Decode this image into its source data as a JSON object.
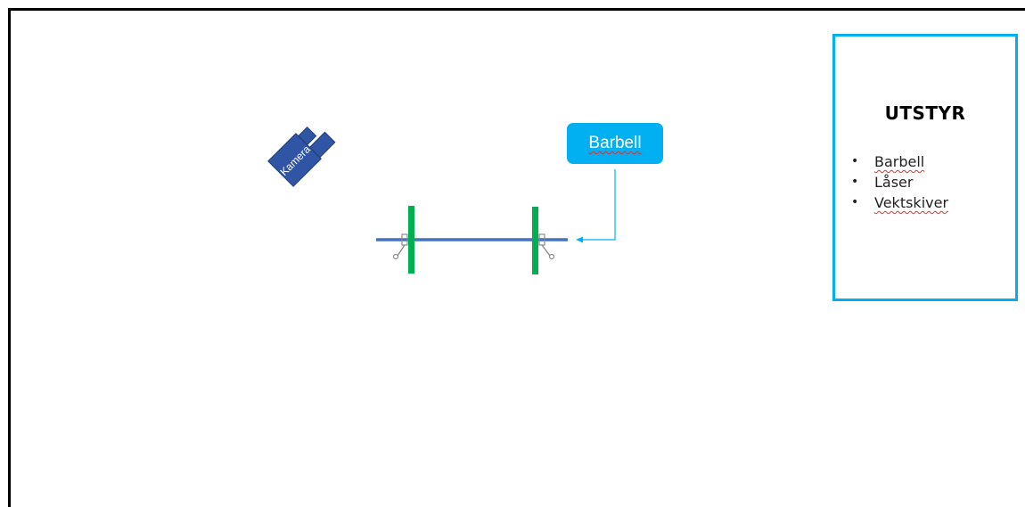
{
  "camera": {
    "label": "Kamera",
    "color": "#2f55a4"
  },
  "callout": {
    "label": "Barbell",
    "color": "#00b0f0"
  },
  "equipment": {
    "title": "UTSTYR",
    "items": [
      {
        "label": "Barbell",
        "spell_flag": true
      },
      {
        "label": "Låser",
        "spell_flag": false
      },
      {
        "label": "Vektskiver",
        "spell_flag": true
      }
    ],
    "border_color": "#00b0f0"
  },
  "barbell": {
    "bar_color": "#4472c4",
    "plate_color": "#00b050",
    "collar_color": "#a6a6a6"
  },
  "connector_color": "#00b0f0"
}
